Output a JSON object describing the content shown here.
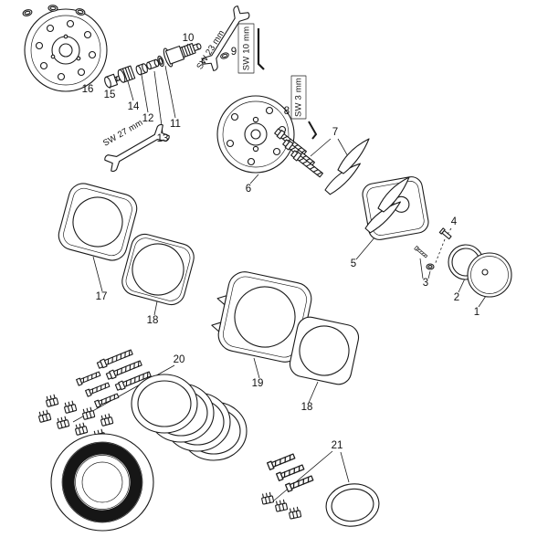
{
  "diagram": {
    "labels": {
      "p1": "1",
      "p2": "2",
      "p3": "3",
      "p4": "4",
      "p5": "5",
      "p6": "6",
      "p7": "7",
      "p8": "8",
      "p9": "9",
      "p10": "10",
      "p11": "11",
      "p12": "12",
      "p13": "13",
      "p14": "14",
      "p15": "15",
      "p16": "16",
      "p17": "17",
      "p18": "18",
      "p19": "19",
      "p20": "20",
      "p21": "21"
    },
    "tools": {
      "sw23": "SW 23 mm",
      "sw10": "SW 10 mm",
      "sw3": "SW 3 mm",
      "sw27": "SW 27 mm"
    },
    "colors": {
      "line": "#1a1a1a",
      "paper": "#ffffff",
      "seal_ring": "#161616"
    }
  }
}
